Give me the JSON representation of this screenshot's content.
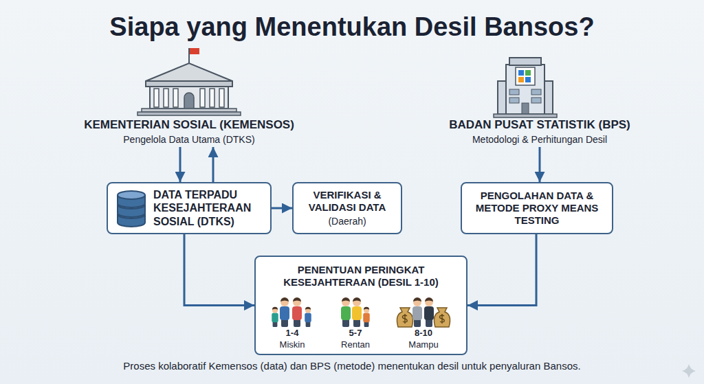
{
  "diagram": {
    "title": "Siapa yang Menentukan Desil Bansos?",
    "caption": "Proses kolaboratif Kemensos (data) dan BPS (metode) menentukan desil untuk penyaluran Bansos.",
    "nodes": [
      {
        "text": [
          "KEMENTERIAN SOSIAL (KEMENSOS)",
          "Pengelola Data Utama (DTKS)"
        ]
      },
      {
        "text": [
          "BADAN PUSAT STATISTIK (BPS)",
          "Metodologi & Perhitungan Desil"
        ]
      },
      {
        "text": [
          "DATA TERPADU KESEJAHTERAAN SOSIAL (DTKS)"
        ]
      },
      {
        "text": [
          "VERIFIKASI & VALIDASI DATA",
          "(Daerah)"
        ]
      },
      {
        "text": [
          "PENGOLAHAN DATA & METODE PROXY MEANS TESTING"
        ]
      },
      {
        "text": [
          "PENENTUAN PERINGKAT KESEJAHTERAAN (DESIL 1-10)"
        ]
      }
    ],
    "edges": [
      {
        "from": 0,
        "to": 2,
        "arrow": "to"
      },
      {
        "from": 2,
        "to": 0,
        "arrow": "to"
      },
      {
        "from": 2,
        "to": 3,
        "arrow": "to"
      },
      {
        "from": 1,
        "to": 4,
        "arrow": "to"
      },
      {
        "from": 2,
        "to": 5,
        "arrow": "to"
      },
      {
        "from": 4,
        "to": 5,
        "arrow": "to"
      }
    ],
    "labels": [
      "1-4",
      "Miskin",
      "5-7",
      "Rentan",
      "8-10",
      "Mampu"
    ]
  }
}
